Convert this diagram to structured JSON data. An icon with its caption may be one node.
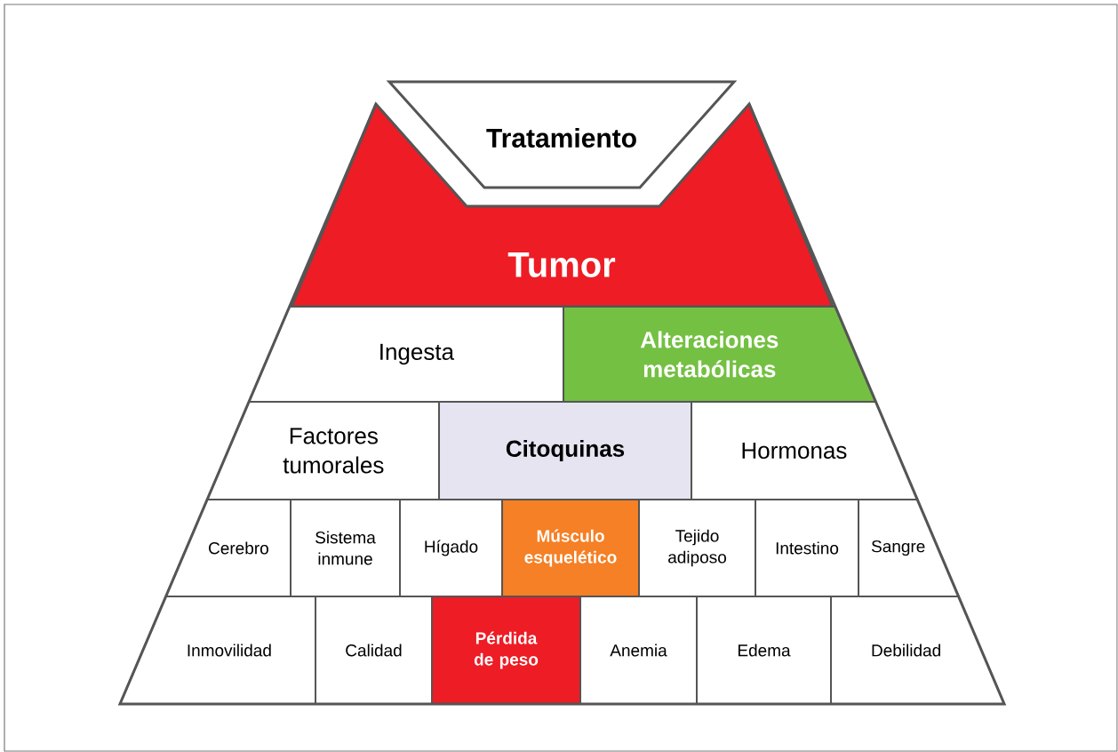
{
  "diagram": {
    "nodes": [
      {
        "text": [
          "Tratamiento"
        ]
      },
      {
        "text": [
          "Tumor"
        ]
      },
      {
        "text": [
          "Ingesta"
        ]
      },
      {
        "text": [
          "Alteraciones metabólicas"
        ]
      },
      {
        "text": [
          "Factores tumorales"
        ]
      },
      {
        "text": [
          "Citoquinas"
        ]
      },
      {
        "text": [
          "Hormonas"
        ]
      },
      {
        "text": [
          "Cerebro"
        ]
      },
      {
        "text": [
          "Sistema inmune"
        ]
      },
      {
        "text": [
          "Hígado"
        ]
      },
      {
        "text": [
          "Músculo esquelético"
        ]
      },
      {
        "text": [
          "Tejido adiposo"
        ]
      },
      {
        "text": [
          "Intestino"
        ]
      },
      {
        "text": [
          "Sangre"
        ]
      },
      {
        "text": [
          "Inmovilidad"
        ]
      },
      {
        "text": [
          "Calidad"
        ]
      },
      {
        "text": [
          "Pérdida de peso"
        ]
      },
      {
        "text": [
          "Anemia"
        ]
      },
      {
        "text": [
          "Edema"
        ]
      },
      {
        "text": [
          "Debilidad"
        ]
      }
    ]
  }
}
